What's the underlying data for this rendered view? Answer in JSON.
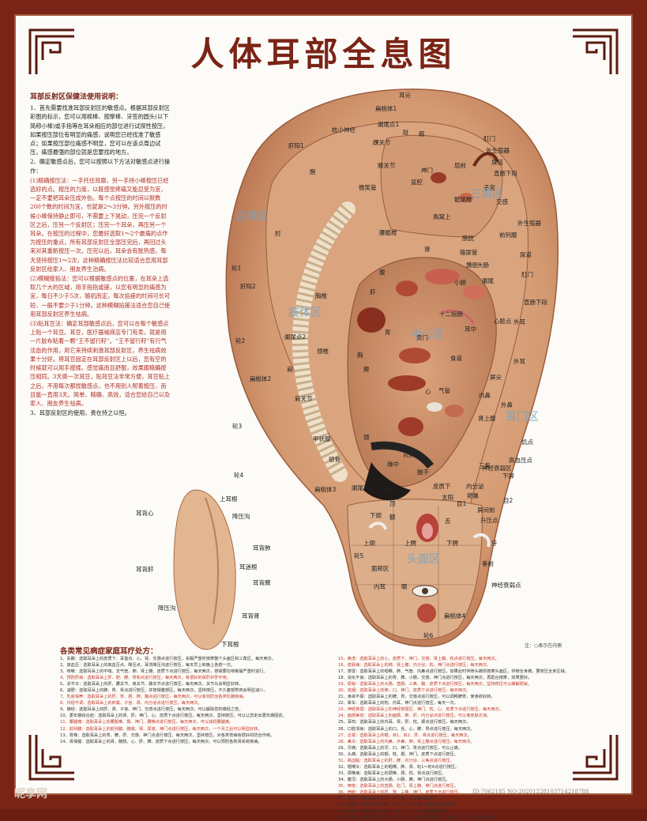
{
  "title": "人体耳部全息图",
  "instructions": {
    "heading": "耳部反射区保健法使用说明：",
    "paragraphs": [
      {
        "text": "1、首先需要找准耳部反射区的敏感点。根据耳部反射区彩图的标示，您可以用棉棒、按摩棒、牙签的圆头(以下简称小棒)或手指等在耳朵相应的部位进行试探性按压，如果按压部位有明显的痛感，说明您已经找准了敏感点；如果按压部位痛感不明显，您可以在该点周边试压，痛感最强的部位就是您要找的地方。",
        "red": false
      },
      {
        "text": "2、确定敏感点后，您可以按照以下方法对敏感点进行操作：",
        "red": false
      },
      {
        "text": "(1)精确按压法：一手托住耳廓，另一手持小棒按压已经选好的点。按压的力度，以既感觉疼痛又能忍受为宜，一定不要把耳朵压成外伤。每个点按压的时间以默数200个数的时间为宜，也就是2～3分钟。另外按压的时候小棒保持静止即可，不需要上下晃动，压完一个反射区之后，压另一个反射区；压完一个耳朵，再压另一个耳朵。在按压的过程中，您最好选取1～2个最痛的点作为按压的重点，所有耳部反射区全部压完后，再回过头来对其重新按压一次。压完以后，耳朵会有胀热感，每天坚持按压1～2次，这种精确按压法比较适合您用耳部反射区给家人、朋友养生治病。",
        "red": true
      },
      {
        "text": "(2)模糊按掐法：您可以根据敏感点的位置，在耳朵上选取几个大的区域，用手指指或搓，以您有明显的痛感为宜，每日不少于5次，随机而定。每次掐搓的时间可长可短，一般不要少于1分钟。这种模糊掐搓法适合您自己使用耳部反射区养生祛病。",
        "red": true
      },
      {
        "text": "(3)贴耳豆法：确定耳部敏感点后，您可以在每个敏感点上贴一个耳豆。耳豆，医疗器械商店专门有卖，就是用一片胶布粘着一颗“王不留行籽”。“王不留行籽”有行气活血的作用，用它来持续刺激耳部反射区，养生祛病效果十分好。将耳豆固定在耳部反射区上以后，您有空的时候就可以用手按揉。感觉痛而且舒服，效果跟精确按压相同。3天换一次耳豆，贴耳豆法非常方便，耳豆贴上之后，不用每次都找敏感点，也不用别人帮着按压，而且能一直用3天。简单、精确、高效，适合您给自己以及家人、朋友养生祛病。",
        "red": true
      },
      {
        "text": "3、耳部反射区的使用，贵在持之以恒。",
        "red": false
      }
    ]
  },
  "zones": {
    "edge": "边缘区",
    "limb": "肢体区",
    "center": "中心区",
    "triangle": "三角区",
    "ear_door": "耳门区",
    "head_face": "头面区"
  },
  "ear_labels": [
    "耳尖",
    "扁桃体1",
    "枕小神经",
    "阑尾点1",
    "趾",
    "跟",
    "踝关节",
    "肝阳1",
    "肛门",
    "外生殖器",
    "膝关节",
    "腕",
    "神门",
    "屈前",
    "尿道",
    "盆腔",
    "交感",
    "直肠下段",
    "骶尾椎",
    "子宫",
    "微笑管",
    "肘",
    "腰骶椎",
    "腹",
    "角窝上",
    "膀胱",
    "前列腺",
    "输尿管",
    "肾",
    "外生殖器",
    "胰胆",
    "肝",
    "大肠",
    "小肠",
    "十二指肠",
    "轮1",
    "肝阳2",
    "胸椎",
    "阑尾",
    "胃",
    "肛门",
    "尿道",
    "直肠下段",
    "贲门",
    "心脏点",
    "外耳",
    "耳中",
    "食道",
    "外耳",
    "阑尾点2",
    "颈椎",
    "胸",
    "心",
    "饥点",
    "轮2",
    "扁桃体2",
    "屏尖",
    "内鼻",
    "肩",
    "脾",
    "外鼻",
    "气管",
    "肾上腺",
    "肩关节",
    "轮3",
    "甲状腺",
    "颈",
    "对屏尖",
    "三焦",
    "高血压点",
    "下屏",
    "锁骨",
    "缘中",
    "皮质下",
    "脑干",
    "内分泌",
    "卵巢",
    "神经衰弱区",
    "轮4",
    "扁桃体3",
    "阑尾点3",
    "枕",
    "顶",
    "额",
    "太阳",
    "目1",
    "目2",
    "屏间前",
    "下颌",
    "舌",
    "升压点",
    "上颌",
    "上腭",
    "下腭",
    "牙",
    "轮5",
    "面颊区",
    "垂前",
    "内耳",
    "眼",
    "神经衰弱点",
    "轮6",
    "扁桃体4"
  ],
  "back_labels": [
    "上耳根",
    "降压沟",
    "耳背心",
    "耳背肺",
    "耳背肝",
    "耳迷根",
    "耳背脾",
    "降压沟",
    "耳背肾",
    "下耳根"
  ],
  "note": "注：○表示在内侧",
  "prescriptions_title": "各类常见病症家庭耳疗处方：",
  "prescriptions_left": [
    {
      "text": "1、失眠：选取耳朵上的皮质下、耳首点、心、肾、交感点进行按压，失眠严重时按摩整个头面区和三角区，每天两次。",
      "red": false
    },
    {
      "text": "2、高血压：选取耳朵上的高血压点、降压点，耳背降压沟进行按压，每天早上和晚上各按一次。",
      "red": false
    },
    {
      "text": "3、咳嗽：选取耳朵上的平喘、支气管、肺、肾上腺、皮质下点进行按压，每天两次，按揉要在咳嗽最严重时进行。",
      "red": false
    },
    {
      "text": "4、预防肝病：选取耳朵上肝、胆、脾、胃和点进行按压，每天两次，有很好的保肝护肝作用。",
      "red": true
    },
    {
      "text": "5、关节炎：选取耳朵上的肝、腰关节、肩关节、膝关节点进行按压，每天两次，关节炎会明显好转。",
      "red": false
    },
    {
      "text": "6、减肥：选取耳朵上的脾、胃、肾点进行按压，并按揉腹部区，每天两次，坚持按压，不久腹部赘肉会明显减少。",
      "red": false
    },
    {
      "text": "7、乳房保养：选取耳朵上的肝、胃、胆、肺、胸点进行按压，每天两次，可以有效防治各类乳腺疾病。",
      "red": true
    },
    {
      "text": "8、月经不调：选取耳朵上的卵巢、子宫、肾、内分泌点进行按压，每天两次。",
      "red": true
    },
    {
      "text": "9、痛经：选取耳朵上的肝、肾、子宫、神门、交感点进行按压，每天两次，可以解除您的痛经之苦。",
      "red": false
    },
    {
      "text": "10、更年期综合症：选取耳朵上的肾、肝、神门、心、皮质下点进行按压，每天两次，坚持按压，可以让您走出更年期困扰。",
      "red": false
    },
    {
      "text": "11、腰腿痛：选取耳朵上的腰骶椎、臀、神门、腰椎点进行按压，每天两次，可以减轻腰腿痛。",
      "red": true
    },
    {
      "text": "12、前列腺：选取耳朵上的前列腺、膀胱、肾、尿道、神门点进行按压，每天两次，一个月之后可以明显好转。",
      "red": true
    },
    {
      "text": "13、胃痛：选取耳朵上的胃、脾、肝、交感、神门点进行按压，每天两次，坚持按压，对各类胃病有很好的防治作用。",
      "red": false
    },
    {
      "text": "14、肾保健：选取耳朵上的肾、膀胱、心、肝、脾、皮质下点进行按压，每天两次，可以预防各类肾系统疾病。",
      "red": false
    }
  ],
  "prescriptions_right": [
    {
      "text": "15、焦虑：选取耳朵上的心、皮质下、神门、交感、肾上腺、枕点进行按压，每天两次。",
      "red": true
    },
    {
      "text": "16、皮肤病：选取耳朵上的肺、肾上腺、内分泌、枕、神门点进行按压，每天两次。",
      "red": true
    },
    {
      "text": "17、感冒：选取耳朵上的咽喉、肺、气管、内鼻点进行按压，如果此时伴随头痛则按摩头面区，伴随全身痛，要按压全身区域。",
      "red": false
    },
    {
      "text": "18、消化不良：选取耳朵上的胃、脾、小肠、交感、神门点进行按压，每天两次，再配合按摩，效果更好。",
      "red": false
    },
    {
      "text": "19、便秘：选取耳朵上的大肠、直肠、三焦、腹、皮质下点进行按压，每天两次，坚持按压可以缓解便秘。",
      "red": true
    },
    {
      "text": "20、戒烟：选取耳朵上的肺、口、神门、皮质下点进行按压，每天两次。",
      "red": true
    },
    {
      "text": "21、食欲不振：选取耳朵上的脾、胃、交感点进行按压，可以调畅脾胃，使食欲好转。",
      "red": false
    },
    {
      "text": "22、晕车：选取耳朵上的枕、内耳、神门点进行按压，每天一次。",
      "red": false
    },
    {
      "text": "23、神经衰弱：选取耳朵上的神经衰弱区、神门、枕、心、皮质下点进行按压，每天两次。",
      "red": true
    },
    {
      "text": "24、面部美容：选取耳朵上的面颊、肺、肝、内分泌点进行按压，可以使皮肤光滑。",
      "red": true
    },
    {
      "text": "25、耳鸣：选取耳朵上的内耳、肾、肝、枕、颞点进行按压，每天两次。",
      "red": false
    },
    {
      "text": "26、口腔溃疡：选取耳朵上的口、舌、心、脾、胃点进行按压，每天两次。",
      "red": false
    },
    {
      "text": "27、近视：选取耳朵上的眼、目1、目2、肝、肾点进行按压，每天两次。",
      "red": true
    },
    {
      "text": "28、鼻炎：选取耳朵上的内鼻、外鼻、肺、肾上腺点进行按压，每天两次。",
      "red": true
    },
    {
      "text": "29、牙痛：选取耳朵上的牙、口、神门、胃点进行按压，可以止痛。",
      "red": false
    },
    {
      "text": "30、头痛：选取耳朵上的额、枕、颞、神门、皮质下点进行按压。",
      "red": false
    },
    {
      "text": "31、高血脂：选取耳朵上的肝、脾、内分泌、三焦点进行按压。",
      "red": true
    },
    {
      "text": "32、咽喉炎：选取耳朵上的咽喉、肺、肾、轮1～轮6点进行按压。",
      "red": false
    },
    {
      "text": "33、颈椎病：选取耳朵上的颈椎、颈、枕、肾点进行按压。",
      "red": false
    },
    {
      "text": "34、腹泻：选取耳朵上的大肠、小肠、脾、神门点进行按压。",
      "red": false
    },
    {
      "text": "35、痔疮：选取耳朵上的直肠、肛门、肾上腺、神门点进行按压。",
      "red": true
    },
    {
      "text": "36、宿醉：选取耳朵上的肝、胃、三焦、神门、皮质下点进行按压。",
      "red": true
    },
    {
      "text": "37、疲劳：选取耳朵上的肾、肝、脾、心点进行按压。",
      "red": false
    },
    {
      "text": "38、痤疮：选取耳朵上的肺、内分泌、肾上腺、面颊点进行按压。",
      "red": false
    },
    {
      "text": "39、咳嗽：选取耳朵上的肺、气管、神门、平喘点进行按压。",
      "red": false
    },
    {
      "text": "40、眩晕：选取耳朵上的内耳、枕、肾、神门点进行按压，坚持1个月，直至饮酒欲呕。",
      "red": false
    }
  ],
  "watermark_left": "昵享网",
  "watermark_right": "ID:7062185 NO:20201228103714218788",
  "colors": {
    "brand": "#7a2416",
    "ear_skin": "#d9a07a",
    "zone_text": "#6fa3c8"
  }
}
